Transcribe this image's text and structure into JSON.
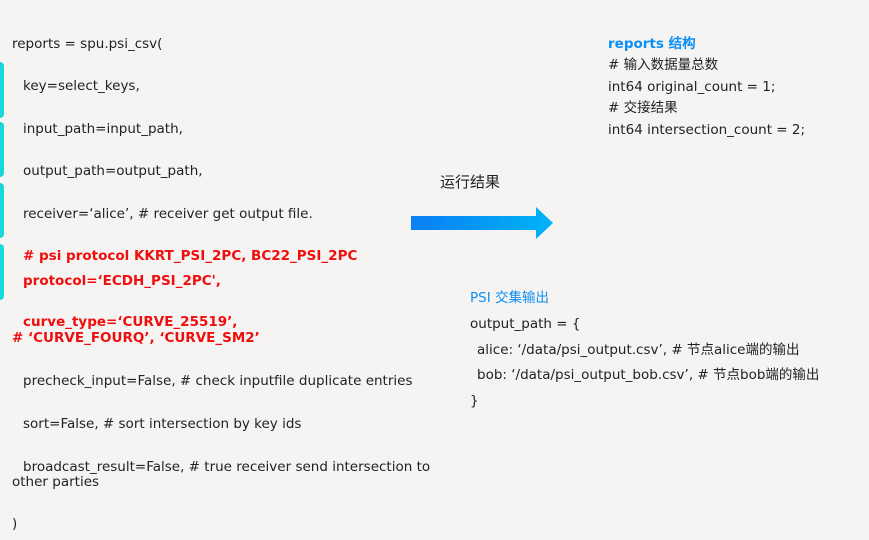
{
  "code": {
    "lines": [
      "reports = spu.psi_csv(",
      "key=select_keys,",
      "input_path=input_path,",
      "output_path=output_path,",
      "receiver=‘alice’, # receiver get output file.",
      "# psi protocol  KKRT_PSI_2PC, BC22_PSI_2PC",
      "protocol=‘ECDH_PSI_2PC',",
      "curve_type=‘CURVE_25519’,",
      "# ‘CURVE_FOURQ’,  ‘CURVE_SM2’",
      "precheck_input=False,  # check inputfile duplicate entries",
      "sort=False,  # sort intersection by key ids",
      "broadcast_result=False, # true receiver send intersection to",
      "other parties",
      ")"
    ]
  },
  "arrow_label": "运行结果",
  "reports": {
    "title": "reports 结构",
    "lines": [
      "# 输入数据量总数",
      "int64 original_count = 1;",
      "# 交接结果",
      "int64 intersection_count = 2;"
    ]
  },
  "psi_output": {
    "title": "PSI 交集输出",
    "lines": [
      "output_path = {",
      "alice: ‘/data/psi_output.csv’, # 节点alice端的输出",
      "bob: ‘/data/psi_output_bob.csv’,  # 节点bob端的输出",
      "}"
    ]
  },
  "colors": {
    "accent": "#0a8ff5",
    "highlight": "#f00d0d",
    "bar": "#16d8d6"
  }
}
